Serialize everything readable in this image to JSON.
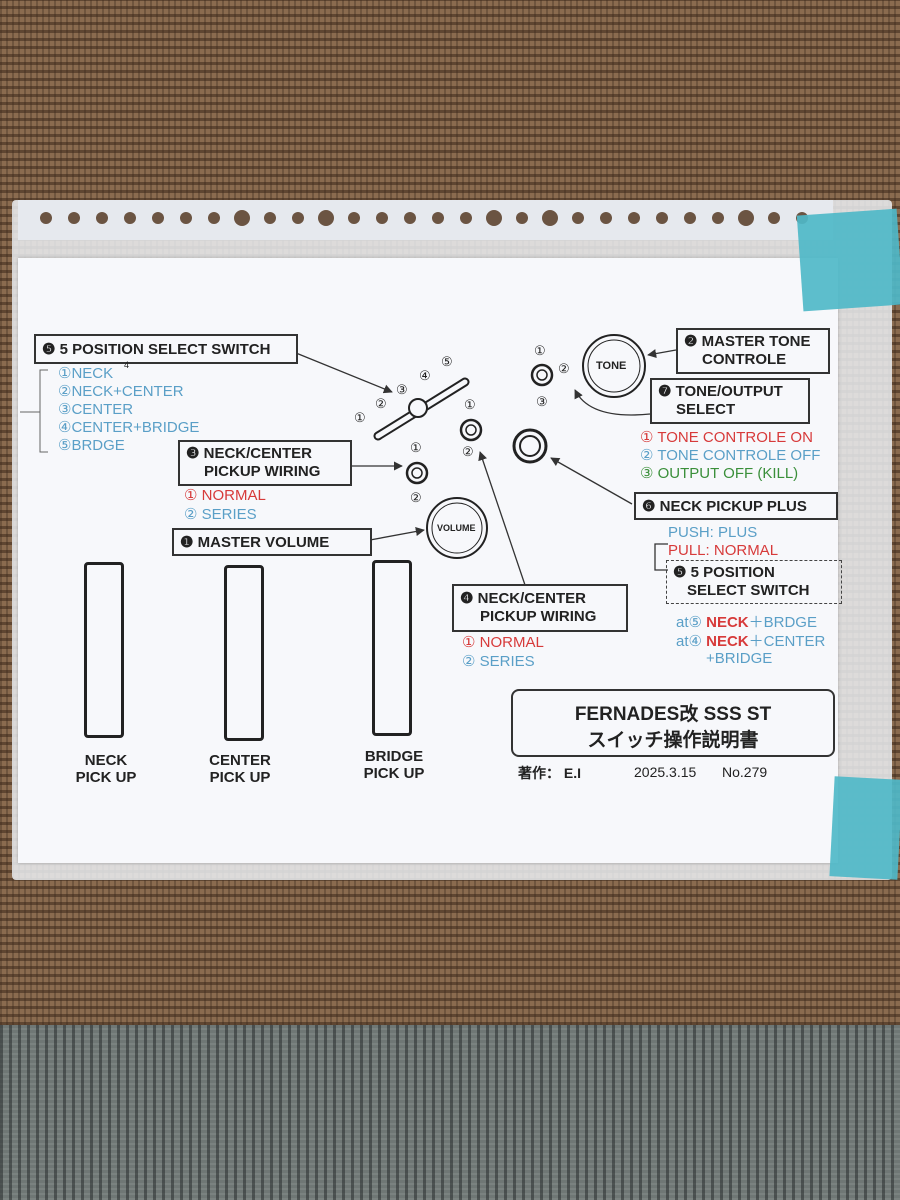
{
  "sheet": {
    "switch5": {
      "title": "❺ 5 POSITION SELECT SWITCH",
      "positions": [
        "①NECK",
        "②NECK+CENTER",
        "③CENTER",
        "④CENTER+BRIDGE",
        "⑤BRDGE"
      ],
      "mark": "4",
      "nums": [
        "①",
        "②",
        "③",
        "④",
        "⑤"
      ]
    },
    "neck_center3": {
      "title_line1": "❸ NECK/CENTER",
      "title_line2": "PICKUP WIRING",
      "opt1": "① NORMAL",
      "opt2": "② SERIES",
      "nums": [
        "①",
        "②"
      ]
    },
    "master_volume": {
      "title": "❶ MASTER VOLUME",
      "knob": "VOLUME"
    },
    "neck_center4": {
      "title_line1": "❹ NECK/CENTER",
      "title_line2": "PICKUP WIRING",
      "opt1": "① NORMAL",
      "opt2": "② SERIES",
      "nums": [
        "①",
        "②"
      ]
    },
    "master_tone": {
      "title_line1": "❷ MASTER TONE",
      "title_line2": "CONTROLE",
      "knob": "TONE"
    },
    "tone_output": {
      "title_line1": "❼ TONE/OUTPUT",
      "title_line2": "SELECT",
      "opt1": "① TONE CONTROLE ON",
      "opt2": "② TONE CONTROLE OFF",
      "opt3": "③  OUTPUT OFF (KILL)",
      "nums": [
        "①",
        "②",
        "③"
      ]
    },
    "neck_plus": {
      "title": "❻ NECK PICKUP PLUS",
      "push": "PUSH: PLUS",
      "pull": "PULL:  NORMAL",
      "sub_line1": "❺ 5 POSITION",
      "sub_line2": "SELECT SWITCH",
      "at5_prefix": "at⑤ ",
      "at5_red": "NECK",
      "at5_blue": "＋BRDGE",
      "at4_prefix": "at④ ",
      "at4_red": "NECK",
      "at4_blue": "＋CENTER",
      "at4_line2": "+BRIDGE"
    },
    "pickups": [
      {
        "line1": "NECK",
        "line2": "PICK UP"
      },
      {
        "line1": "CENTER",
        "line2": "PICK UP"
      },
      {
        "line1": "BRIDGE",
        "line2": "PICK UP"
      }
    ],
    "title_box": {
      "line1": "FERNADES改  SSS  ST",
      "line2": "スイッチ操作説明書"
    },
    "footer": {
      "author": "著作： E.I",
      "date": "2025.3.15",
      "number": "No.279"
    }
  },
  "colors": {
    "red": "#d73a3a",
    "blue": "#5a9fc7",
    "green": "#3a8f3a",
    "tape": "#4fb8c8"
  }
}
